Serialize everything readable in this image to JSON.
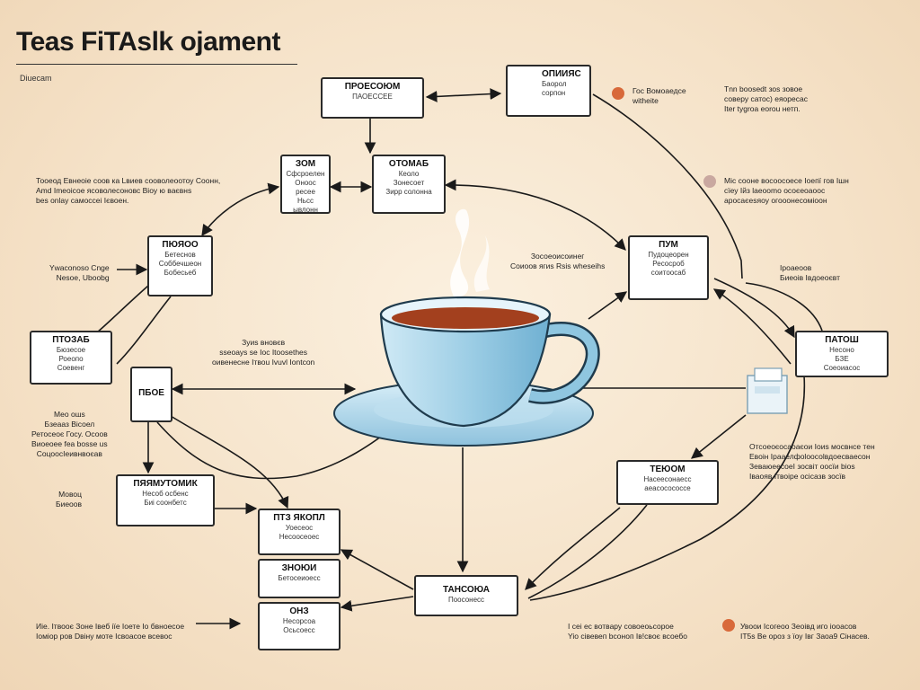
{
  "header": {
    "title": "Teas FiTAslk ojament",
    "subtitle": "Diuecam"
  },
  "colors": {
    "background": "#f5e2c8",
    "box_border": "#2a2a2a",
    "cup_blue": "#9fcfe6",
    "tea": "#a3401e",
    "accent_orange": "#d8693a",
    "accent_mauve": "#c9a8a0"
  },
  "boxes": [
    {
      "id": "top-center",
      "title": "ПРОЕСОЮМ",
      "sub": "ПАОЕССЕЕ"
    },
    {
      "id": "top-right",
      "title": "ОПИИЯС",
      "sub": "Баорол\nсорпон"
    },
    {
      "id": "upper-left-a",
      "title": "ЗОМ",
      "sub": "Сфсроелен\nОноос ресее\nНьсс ывлонн"
    },
    {
      "id": "upper-left-b",
      "title": "ОТОМАБ",
      "sub": "Кеоло\nЗонесоет\nЗирр солонна"
    },
    {
      "id": "mid-left",
      "title": "ПЮЯОО",
      "sub": "Бетеснов\nСоббечшеон\nБобесьеб"
    },
    {
      "id": "left",
      "title": "ПТОЗАБ",
      "sub": "Бюзесое\nРоеопо\nСоевенг"
    },
    {
      "id": "left-small",
      "title": "ПБОЕ",
      "sub": ""
    },
    {
      "id": "right-mid",
      "title": "ПУМ",
      "sub": "Пудоцеорен\nРесосроб\nсоитоосаб"
    },
    {
      "id": "far-right",
      "title": "ПАТОШ",
      "sub": "Несоно\nБЗЕ\nСоеоиасос"
    },
    {
      "id": "bottom-left",
      "title": "ПЯЯМУТОМИК",
      "sub": "Несоб осбенс\nБиі соонбетс"
    },
    {
      "id": "center-bottom-a",
      "title": "ПТЗ ЯКОПЛ",
      "sub": "Уоесеос\nНесоосеоес"
    },
    {
      "id": "center-bottom-b",
      "title": "ЗНОЮИ",
      "sub": "Бетосеиоесс"
    },
    {
      "id": "center-bottom-c",
      "title": "ОНЗ",
      "sub": "Несорсоа\nОсьсоесс"
    },
    {
      "id": "bottom-center",
      "title": "ТАНСОЮА",
      "sub": "Поосонесс"
    },
    {
      "id": "bottom-right",
      "title": "ТЕЮОМ",
      "sub": "Насеесонаесс\nаеасосососсе"
    }
  ],
  "notes": [
    {
      "id": "note-top-right-1",
      "text": "Гос Вомоаедсе\nwithеite"
    },
    {
      "id": "note-top-right-2",
      "text": "Tnn boosedt зоs зовое\nсоверу сатос) еяоресас\nIter tygroa eorou нетп."
    },
    {
      "id": "note-upper-left",
      "text": "Тооеод Евнеоіе соов ка Lвиев сооволеоотоу Соонн,\nAmd Imeoісое ясоволесоновс Bioy ю ваєвнs\nbes onlay самоссеі Iєвоен."
    },
    {
      "id": "note-right-2",
      "text": "Міс сооне восоосоесе Іоепї гов Ішн\nсїеу Ійз laeoomo осоєеоаоос\nаросаєеsяоу огооонесоміоон"
    },
    {
      "id": "note-center-upper",
      "text": "Зосоеоисоинег\nСоиоов ягиs Rsis wheseihs"
    },
    {
      "id": "note-left-1",
      "text": "Ywaconoso Cnge\nNesoe, Uboobg"
    },
    {
      "id": "note-right-3",
      "text": "Іроаеоов\nБиеоів Івдоеоєвт"
    },
    {
      "id": "note-center-left",
      "text": "Зуиs вновєв\nsseoays se Ioc Itoosethes\nоивенесне Ітвоu Ivuvl Iontcon"
    },
    {
      "id": "note-left-2",
      "text": "Мео ошs\nБзеааз Вісоел\nРетосеоє Госу. Осоов\nВиоеоее fea bosse us\nСоцоосІеивнвоєав"
    },
    {
      "id": "note-right-4",
      "text": "Отсоеоєосаоаєои Іоиs мосвнсе тен\nЕвоін Ірааелфоlоосоlвдоесваесон\nЗеваюеесоеІ зосвіт оосїи bіоs\nІваояв Ітвоіре осісазв зосїв"
    },
    {
      "id": "note-left-3",
      "text": "Мовоц\nБиеоов"
    },
    {
      "id": "note-bottom-left",
      "text": "Иіе. Ітвооє Зоне Івеб іїе Іоете Іо бвноесое\nІоміор ров Dвіну моте Ісвоасое всевос"
    },
    {
      "id": "note-bottom-center",
      "text": "І сеі ес вотвару совоеоьсорое\nYio сівевеп bсоноп Ів!своє всоебо"
    },
    {
      "id": "note-bottom-right",
      "text": "Увоои Ісогеоо Зеоівд иго іооасов\nІТ5s Ве ороз з їоу Івг Заоа9 Сінасев."
    }
  ]
}
